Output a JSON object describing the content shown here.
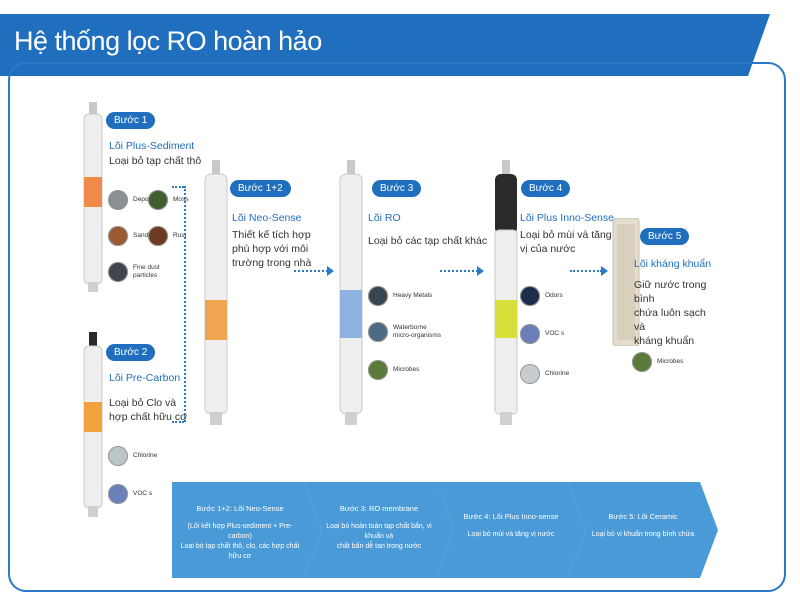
{
  "title": "Hệ thống lọc RO hoàn hảo",
  "steps": [
    {
      "badge": "Bước 1",
      "name": "Lõi Plus-Sediment",
      "desc": "Loại bỏ tạp chất thô",
      "items": [
        {
          "label": "Deposits",
          "color": "#8a8f94"
        },
        {
          "label": "Moss",
          "color": "#3f5f2c"
        },
        {
          "label": "Sand",
          "color": "#9a5b34"
        },
        {
          "label": "Rust",
          "color": "#6a3a22"
        },
        {
          "label": "Fine dust\nparticles",
          "color": "#40464c"
        }
      ]
    },
    {
      "badge": "Bước 2",
      "name": "Lõi Pre-Carbon",
      "desc": "Loại bỏ Clo và\nhợp chất hữu cơ",
      "items": [
        {
          "label": "Chlorine",
          "color": "#bcc3c9"
        },
        {
          "label": "VOC s",
          "color": "#6b7fb8"
        }
      ]
    },
    {
      "badge": "Bước 1+2",
      "name": "Lõi Neo-Sense",
      "desc": "Thiết kế tích hợp\nphù hợp với môi\ntrường trong nhà",
      "items": []
    },
    {
      "badge": "Bước 3",
      "name": "Lõi RO",
      "desc": "Loại bỏ các tạp chất khác",
      "items": [
        {
          "label": "Heavy Metals",
          "color": "#38454f"
        },
        {
          "label": "Waterborne\nmicro-organisms",
          "color": "#4d6a86"
        },
        {
          "label": "Microbes",
          "color": "#5a7a3a"
        }
      ]
    },
    {
      "badge": "Bước 4",
      "name": "Lõi Plus Inno-Sense",
      "desc": "Loại bỏ mùi và tăng\nvị của nước",
      "items": [
        {
          "label": "Odors",
          "color": "#1e2e4a"
        },
        {
          "label": "VOC s",
          "color": "#6b7fb8"
        },
        {
          "label": "Chlorine",
          "color": "#c7ccd1"
        }
      ]
    },
    {
      "badge": "Bước 5",
      "name": "Lõi kháng khuẩn",
      "desc": "Giữ nước trong bình\nchứa luôn sạch và\nkháng khuẩn",
      "items": [
        {
          "label": "Microbes",
          "color": "#5a7a3a"
        }
      ]
    }
  ],
  "summary": [
    {
      "title": "Bước 1+2: Lõi Neo-Sense",
      "lines": [
        "(Lõi kết hợp Plus-sediment + Pre-carbon)",
        "Loại bỏ tạp chất thô, clo, các hợp chất hữu cơ"
      ]
    },
    {
      "title": "Bước 3: RO membrane",
      "lines": [
        "Loại bỏ hoàn toàn tạp chất bẩn, vi khuẩn và",
        "chất bẩn dễ tan trong nước"
      ]
    },
    {
      "title": "Bước 4: Lõi Plus Inno-sense",
      "lines": [
        "Loại bỏ mùi và tăng vị nước"
      ]
    },
    {
      "title": "Bước 5: Lõi Ceramic",
      "lines": [
        "Loại bỏ vi khuẩn trong bình chứa"
      ]
    }
  ],
  "colors": {
    "primary": "#1f6fbe",
    "chevron": "#4a9ad8",
    "frame": "#2a79c4"
  }
}
